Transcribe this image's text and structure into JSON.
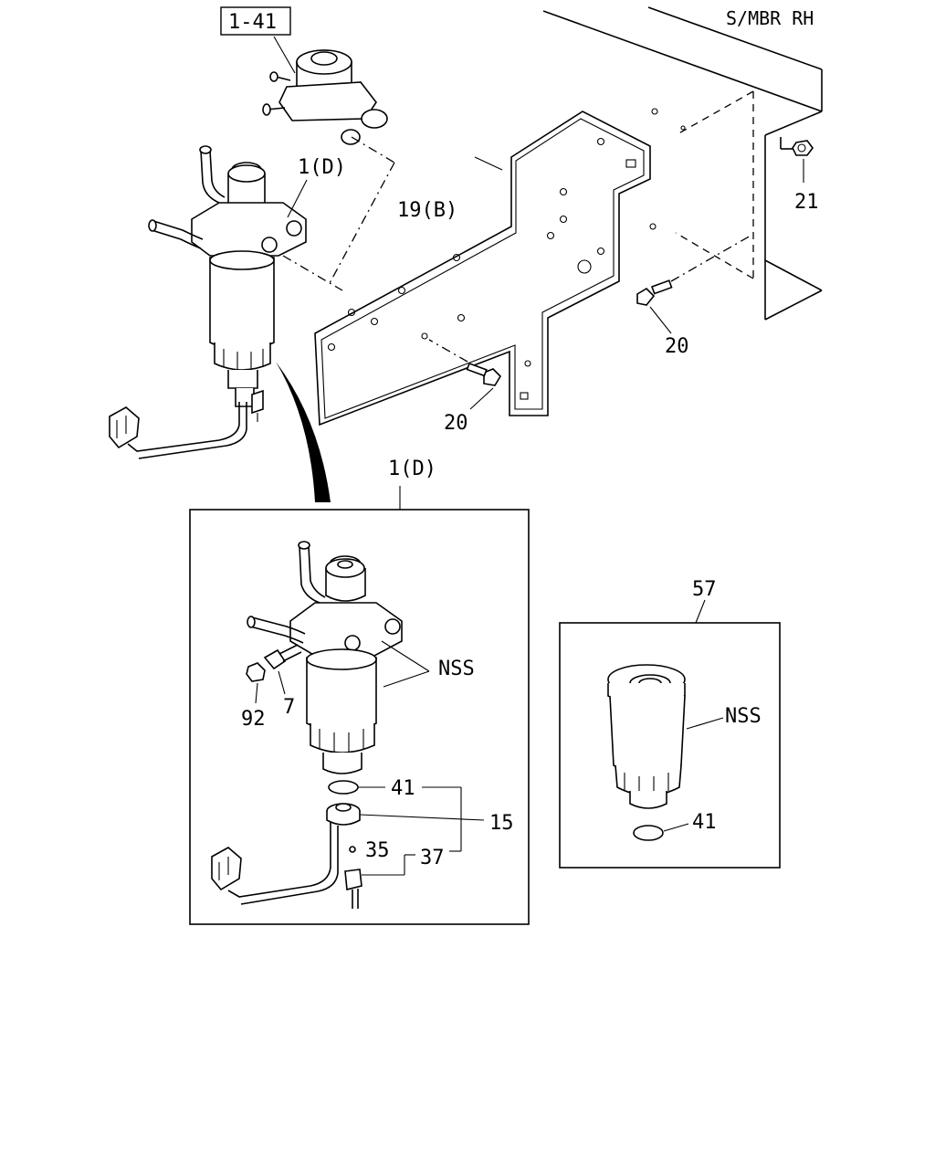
{
  "callouts": {
    "ref_box": "1-41",
    "frame_label": "S/MBR RH",
    "assy_top": "1(D)",
    "bracket": "19(B)",
    "nut": "21",
    "bolt_right": "20",
    "bolt_left": "20",
    "detail_title": "1(D)",
    "detail_nss": "NSS",
    "detail_92": "92",
    "detail_7": "7",
    "detail_41": "41",
    "detail_15": "15",
    "detail_35": "35",
    "detail_37": "37",
    "element_title": "57",
    "element_nss": "NSS",
    "element_41": "41"
  }
}
